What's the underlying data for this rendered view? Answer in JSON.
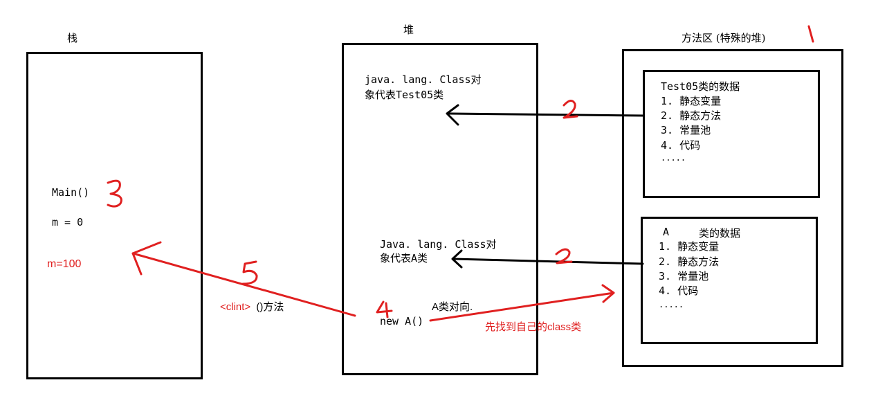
{
  "stack": {
    "title": "栈",
    "main_call": "Main()",
    "m_init": "m = 0",
    "m_final": "m=100"
  },
  "heap": {
    "title": "堆",
    "class_obj_test05": [
      "java. lang. Class对",
      "象代表Test05类"
    ],
    "class_obj_a": [
      "Java. lang. Class对",
      "象代表A类"
    ],
    "new_a": "new A()",
    "a_points": "A类对向."
  },
  "method_area": {
    "title": "方法区 (特殊的堆)",
    "test05_block": {
      "title": "Test05类的数据",
      "items": [
        "1. 静态变量",
        "2. 静态方法",
        "3. 常量池",
        "4. 代码",
        "....."
      ]
    },
    "a_block": {
      "title_prefix": "A",
      "title_suffix": "类的数据",
      "items": [
        "1. 静态变量",
        "2. 静态方法",
        "3. 常量池",
        "4. 代码",
        "....."
      ]
    }
  },
  "annotations": {
    "clint_tag": "<clint>",
    "clint_method": "()方法",
    "find_class": "先找到自己的class类"
  },
  "handwritten_marks": [
    "1",
    "2",
    "2",
    "3",
    "4",
    "5"
  ],
  "colors": {
    "ink": "#000000",
    "annotation": "#e02020"
  }
}
